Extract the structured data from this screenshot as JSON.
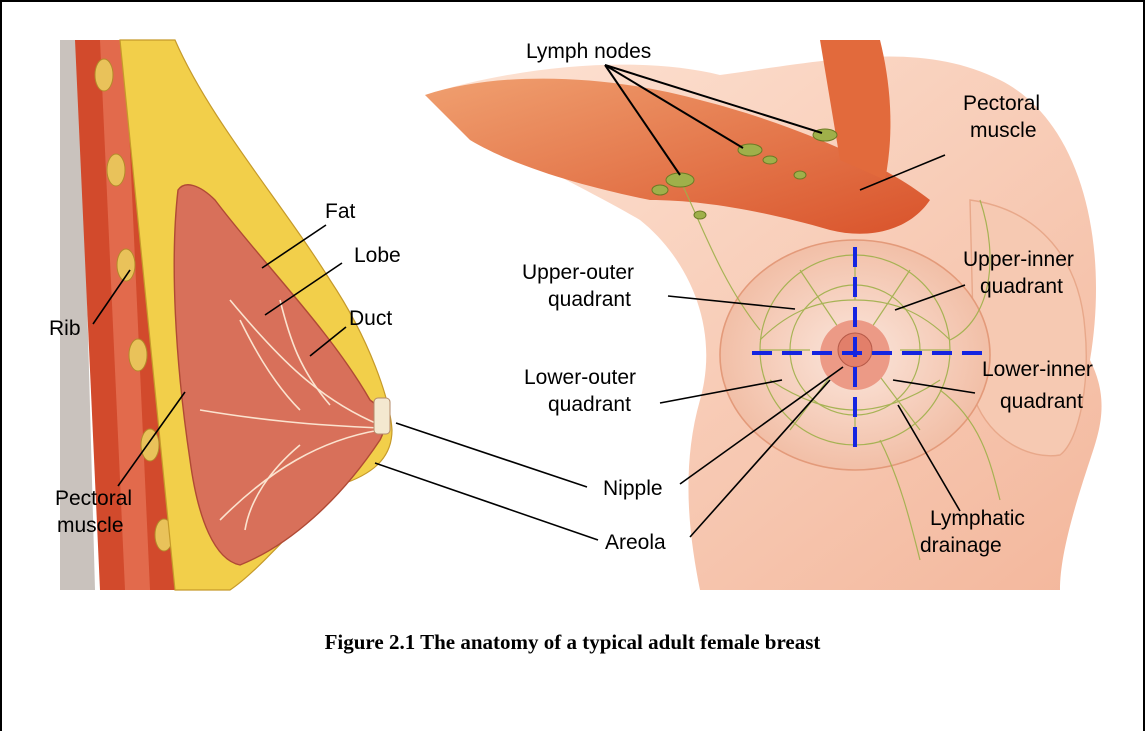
{
  "labels": {
    "fat": "Fat",
    "lobe": "Lobe",
    "duct": "Duct",
    "rib": "Rib",
    "pectoral_muscle_left": [
      "Pectoral",
      "muscle"
    ],
    "nipple": "Nipple",
    "areola": "Areola",
    "lymph_nodes": "Lymph nodes",
    "pectoral_muscle_right": [
      "Pectoral",
      "muscle"
    ],
    "upper_outer_quadrant": [
      "Upper-outer",
      "quadrant"
    ],
    "upper_inner_quadrant": [
      "Upper-inner",
      "quadrant"
    ],
    "lower_outer_quadrant": [
      "Lower-outer",
      "quadrant"
    ],
    "lower_inner_quadrant": [
      "Lower-inner",
      "quadrant"
    ],
    "lymphatic_drainage": [
      "Lymphatic",
      "drainage"
    ]
  },
  "caption": "Figure 2.1 The anatomy of a typical adult female breast",
  "colors": {
    "muscle": "#d9532b",
    "muscle_light": "#ec8660",
    "fat": "#f2cf4a",
    "gland": "#d8705a",
    "skin": "#f6c3aa",
    "skin_light": "#fde3d4",
    "lymph": "#9fb04a",
    "quadrant_lines": "#1524e0"
  }
}
